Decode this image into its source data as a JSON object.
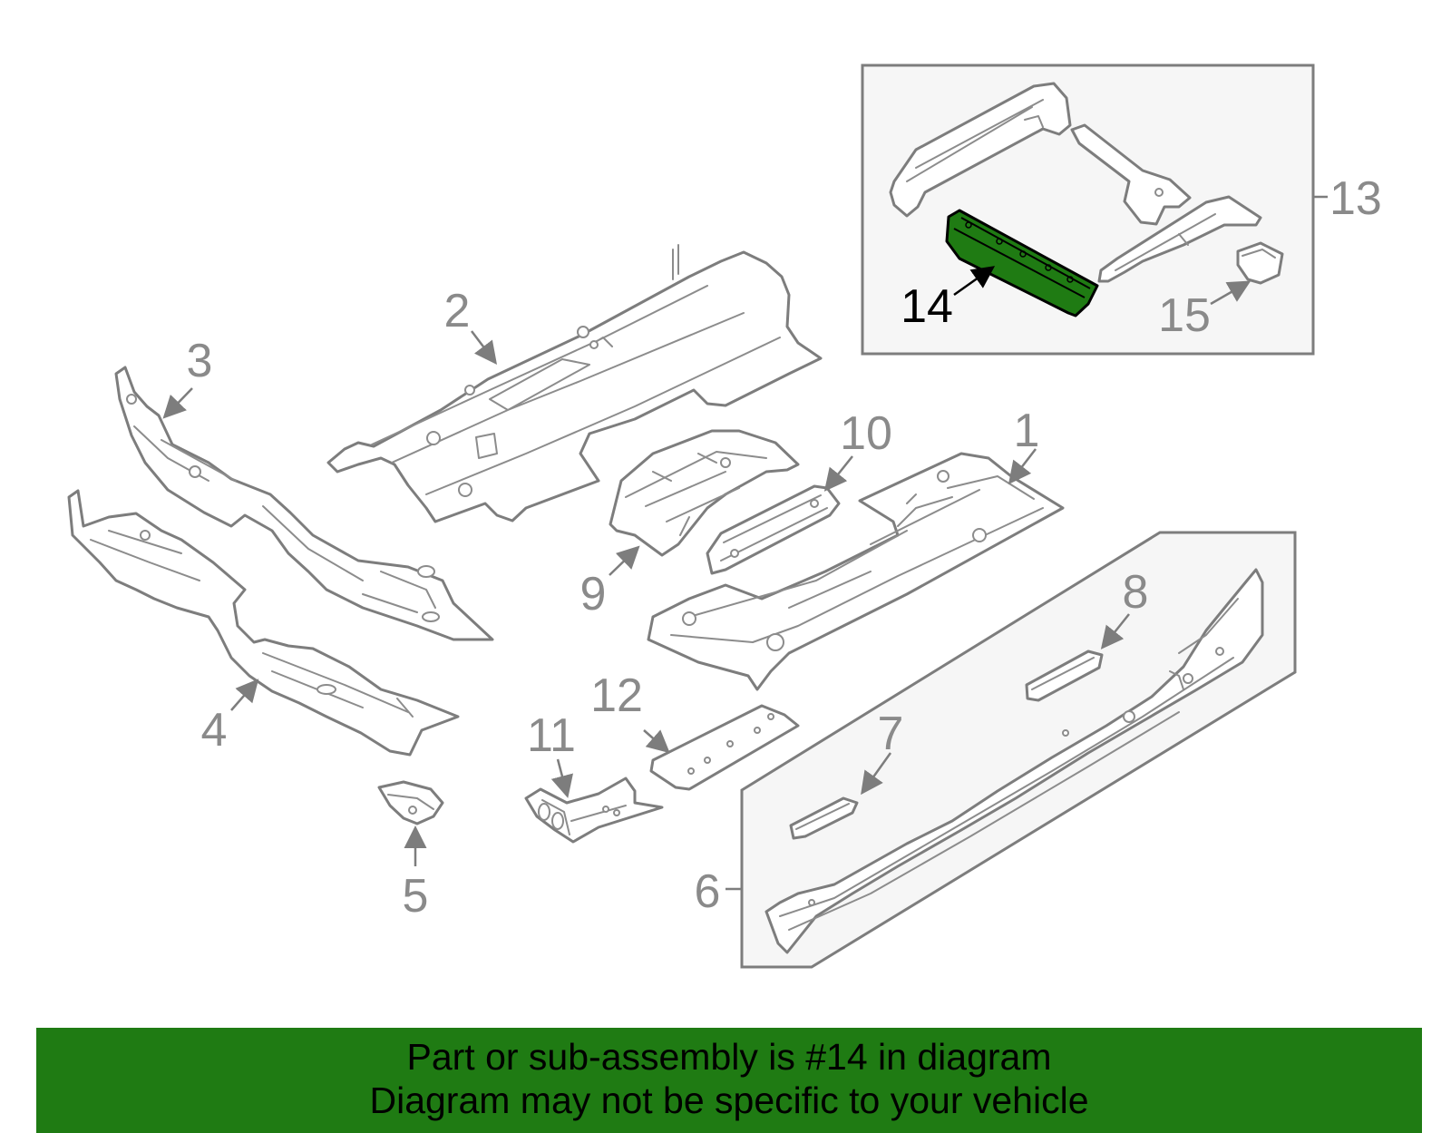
{
  "callouts": {
    "c1": "1",
    "c2": "2",
    "c3": "3",
    "c4": "4",
    "c5": "5",
    "c6": "6",
    "c7": "7",
    "c8": "8",
    "c9": "9",
    "c10": "10",
    "c11": "11",
    "c12": "12",
    "c13": "13",
    "c14": "14",
    "c15": "15"
  },
  "highlight": {
    "part": "14",
    "color": "#1f7b13"
  },
  "banner": {
    "line1": "Part or sub-assembly is #14 in diagram",
    "line2": "Diagram may not be specific to your vehicle",
    "background": "#1f7b13"
  }
}
